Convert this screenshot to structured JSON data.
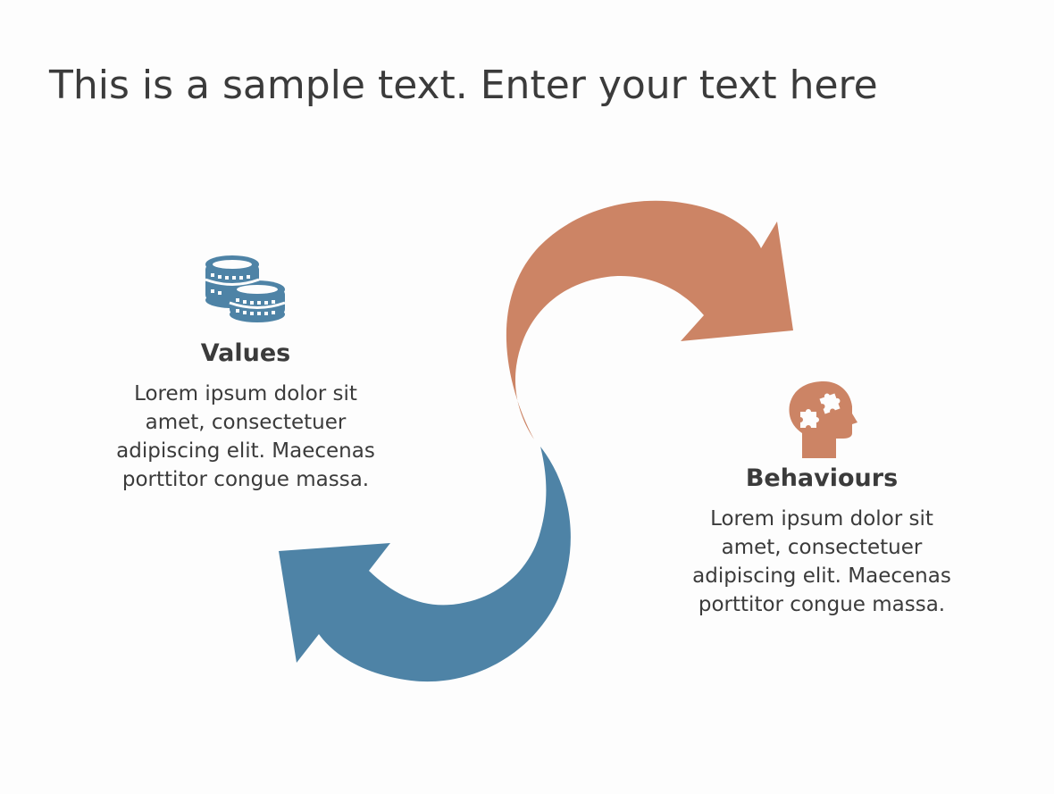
{
  "title": "This is a sample text. Enter your text here",
  "colors": {
    "orange": "#cc8465",
    "blue": "#4e83a6",
    "text": "#3b3b3b",
    "background": "#fdfdfd"
  },
  "items": [
    {
      "heading": "Values",
      "body": [
        "Lorem ipsum dolor sit",
        "amet, consectetuer",
        "adipiscing elit. Maecenas",
        "porttitor congue massa."
      ],
      "icon": "coins-icon",
      "color": "#4e83a6"
    },
    {
      "heading": "Behaviours",
      "body": [
        "Lorem ipsum dolor sit",
        "amet, consectetuer",
        "adipiscing elit. Maecenas",
        "porttitor congue massa."
      ],
      "icon": "head-puzzle-icon",
      "color": "#cc8465"
    }
  ],
  "arrows": [
    {
      "name": "orange-arrow",
      "direction": "clockwise-top-right",
      "color": "#cc8465"
    },
    {
      "name": "blue-arrow",
      "direction": "clockwise-bottom-left",
      "color": "#4e83a6"
    }
  ]
}
